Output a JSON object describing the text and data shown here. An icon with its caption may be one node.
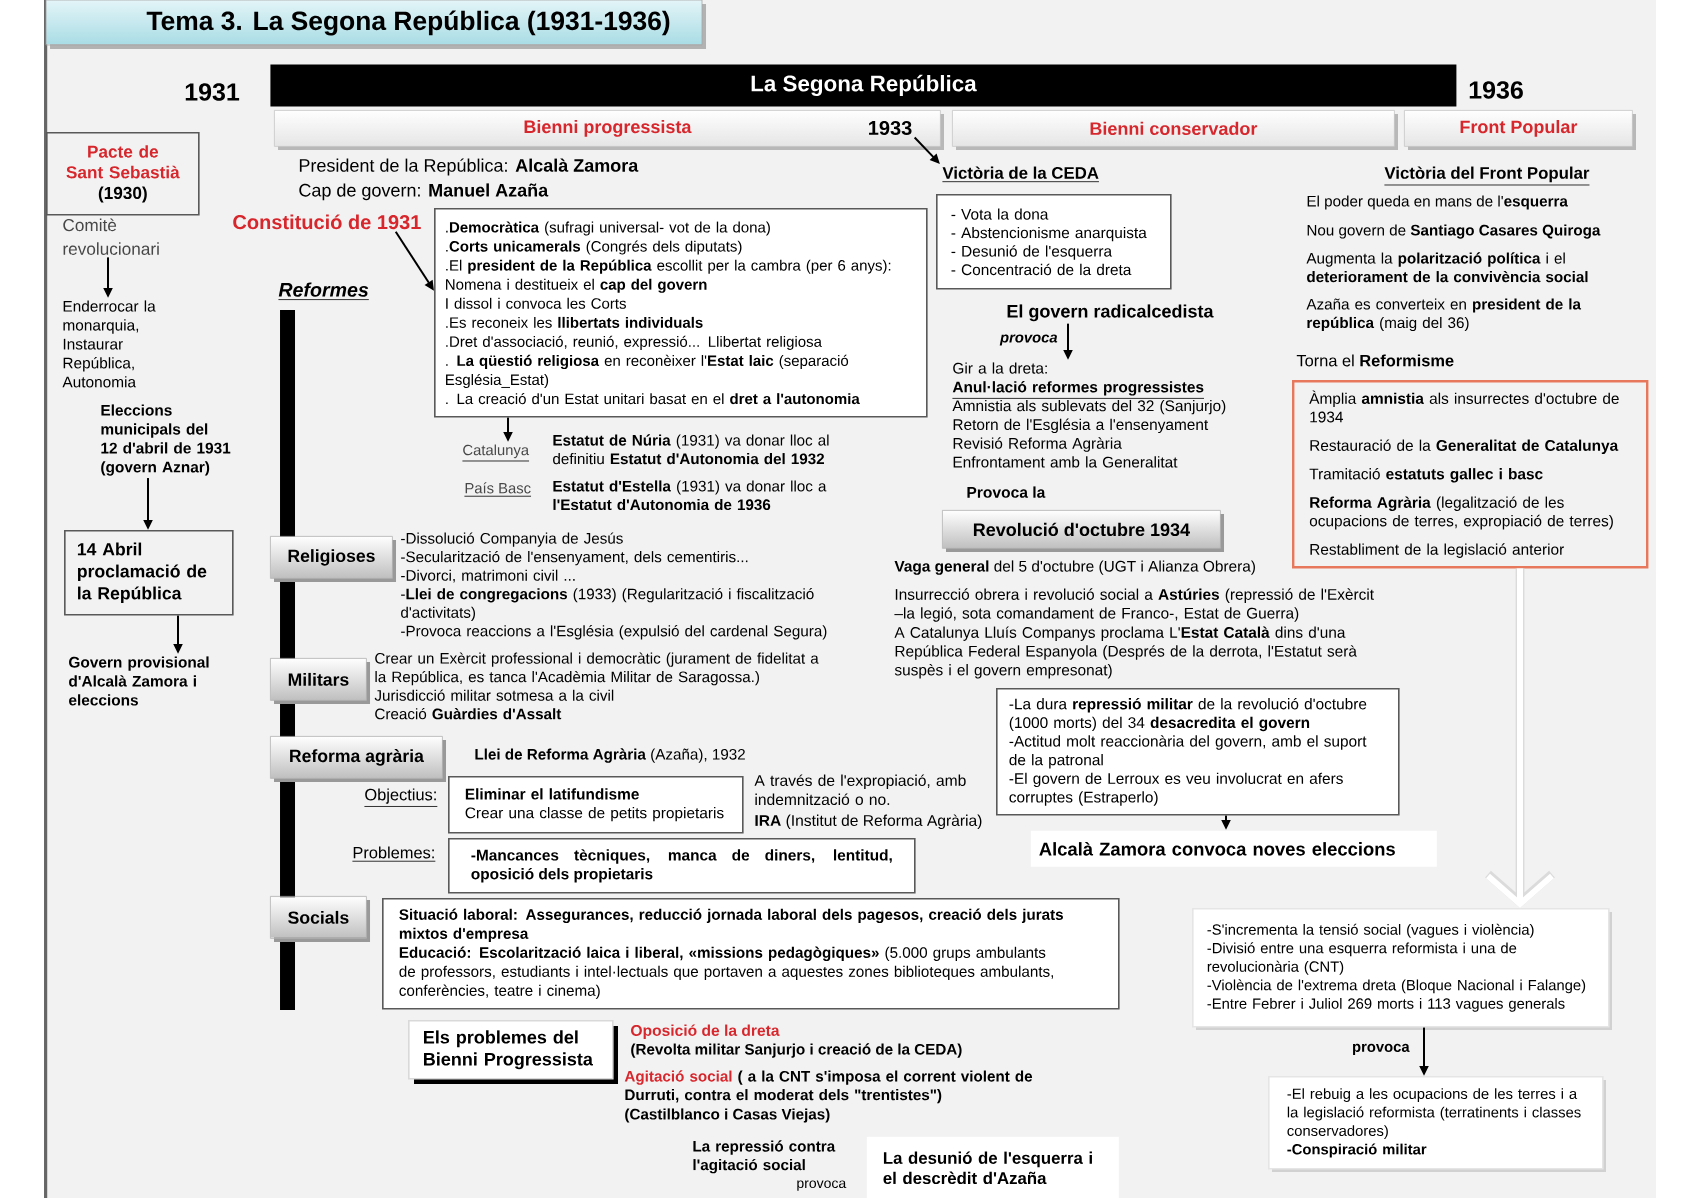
{
  "diagram": {
    "title": "Tema 3. La Segona República (1931-1936)",
    "nodes": [
      {
        "text": [
          "La Segona República"
        ]
      },
      {
        "text": [
          "Bienni progressista"
        ]
      },
      {
        "text": [
          "1933"
        ],
        "in": 1
      },
      {
        "text": [
          "Bienni conservador"
        ]
      },
      {
        "text": [
          "Front Popular"
        ]
      },
      {
        "text": [
          "Pacte de Sant Sebastià",
          "(1930)"
        ]
      },
      {
        "text": [
          "Comitè revolucionari"
        ]
      },
      {
        "text": [
          "Enderrocar la monarquia, Instaurar República, Autonomia"
        ]
      },
      {
        "text": [
          "Eleccions municipals del 12 d'abril de 1931 (govern Aznar)"
        ]
      },
      {
        "text": [
          "14 Abril proclamació de la República"
        ]
      },
      {
        "text": [
          "Govern provisional d'Alcalà Zamora i eleccions"
        ]
      },
      {
        "text": [
          "Constitució de 1931"
        ]
      },
      {
        "text": [
          ".**Democràtica** (sufragi universal- vot de la dona)",
          ".**Corts unicamerals** (Congrés dels diputats)",
          ".El **president de la República** escollit per la cambra (per 6 anys):",
          "Nomena i destitueix el **cap del govern**",
          "I dissol i convoca les Corts",
          ".Es reconeix les **llibertats individuals**",
          ".Dret d'associació, reunió, expressió... Llibertat religiosa",
          ". **La qüestió religiosa** en reconèixer l'**Estat laic** (separació Església_Estat)",
          ". La creació d'un Estat unitari basat en el **dret a l'autonomia**"
        ]
      },
      {
        "text": [
          "Catalunya"
        ],
        "beside": [
          "**Estatut de Núria** (1931) va donar lloc al definitiu **Estatut d'Autonomia del 1932**"
        ]
      },
      {
        "text": [
          "Religioses"
        ],
        "beside": [
          "-Dissolució Companyia de Jesús",
          "-Secularització de l'ensenyament, dels cementiris...",
          "-Divorci, matrimoni civil ...",
          "-**Llei de congregacions** (1933) (Regularització i fiscalització d'activitats)",
          "-Provoca reaccions a l'Església (expulsió del cardenal Segura)"
        ]
      },
      {
        "text": [
          "Militars"
        ],
        "beside": [
          "Crear un Exèrcit professional i democràtic (jurament de fidelitat a la República, es tanca l'Acadèmia Militar de Saragossa.)",
          "Jurisdicció militar sotmesa a la civil",
          "Creació **Guàrdies d'Assalt**"
        ]
      },
      {
        "text": [
          "Reforma agrària"
        ]
      },
      {
        "text": [
          "Eliminar el latifundisme",
          "Crear una classe de petits propietaris"
        ]
      },
      {
        "text": [
          "-Mancances tècniques, manca de diners, lentitud, oposició dels propietaris"
        ]
      },
      {
        "text": [
          "Socials"
        ]
      },
      {
        "text": [
          "Situació laboral: Assegurances, reducció jornada laboral dels pagesos, creació dels jurats mixtos d'empresa",
          "**Educació: Escolarització laica i liberal, «missions pedagògiques»** (5.000 grups ambulants de professors, estudiants i intel·lectuals que portaven a aquestes zones biblioteques ambulants, conferències, teatre i cinema)"
        ]
      },
      {
        "text": [
          "Els problemes del Bienni Progressista"
        ]
      },
      {
        "text": [
          "La desunió de l'esquerra i el descrèdit d'Azaña"
        ]
      },
      {
        "text": [
          "Victòria de la CEDA"
        ]
      },
      {
        "text": [
          "- Vota la dona",
          "- Abstencionisme anarquista",
          "- Desunió de l'esquerra",
          "- Concentració de la dreta"
        ]
      },
      {
        "text": [
          "El govern radicalcedista"
        ]
      },
      {
        "text": [
          "Gir a la dreta:",
          "Anul·lació reformes progressistes",
          "Amnistia als sublevats del 32 (Sanjurjo)",
          "Retorn de l'Església a l'ensenyament",
          "Revisió Reforma Agrària",
          "Enfrontament amb la Generalitat"
        ]
      },
      {
        "text": [
          "Revolució d'octubre 1934"
        ]
      },
      {
        "text": [
          "-La dura **repressió militar** de la revolució d'octubre (1000 morts) del 34 **desacredita el govern**",
          "-Actitud molt reaccionària del govern, amb el suport de la patronal",
          "-El govern de Lerroux es veu involucrat en afers corruptes (Estraperlo)"
        ]
      },
      {
        "text": [
          "Alcalà Zamora convoca noves eleccions"
        ]
      },
      {
        "text": [
          "Torna el **Reformisme**",
          "Àmplia **amnistia** als insurrectes d'octubre de 1934",
          "Restauració de la **Generalitat de Catalunya**",
          "Tramitació **estatuts gallec i basc**",
          "**Reforma Agrària** (legalització de les ocupacions de terres, expropiació de terres)",
          "Restabliment de la legislació anterior"
        ]
      },
      {
        "text": [
          "-S'incrementa la tensió social (vagues i violència)",
          "-Divisió entre una esquerra reformista i una de revolucionària (CNT)",
          "-Violència de l'extrema dreta (Bloque Nacional i Falange)",
          "-Entre Febrer i Juliol 269 morts i 113 vagues generals"
        ]
      },
      {
        "text": [
          "-El rebuig a les ocupacions de les terres i a la legislació reformista (terratinents i classes conservadores)",
          "-Conspiració militar"
        ]
      }
    ],
    "edges": [
      {
        "from": 6,
        "to": 7,
        "arrow": "to"
      },
      {
        "from": 8,
        "to": 9,
        "arrow": "to"
      },
      {
        "from": 9,
        "to": 10,
        "arrow": "to"
      },
      {
        "from": 11,
        "to": 12,
        "arrow": "to"
      },
      {
        "from": 12,
        "to": 13,
        "arrow": "to"
      },
      {
        "from": 2,
        "to": 23,
        "arrow": "to"
      },
      {
        "from": 25,
        "to": 26,
        "arrow": "to",
        "label": "provoca"
      },
      {
        "from": 28,
        "to": 29,
        "arrow": "to"
      },
      {
        "from": 30,
        "to": 31,
        "arrow": "to",
        "style": "thick",
        "color": "#ffffff"
      },
      {
        "from": 31,
        "to": 32,
        "arrow": "to",
        "label": "provoca"
      }
    ],
    "labels": [
      "1931",
      "1936",
      "President de la República: **Alcalà Zamora**",
      "Cap de govern: **Manuel Azaña**",
      "Victòria del Front Popular",
      "El poder queda en mans de l'**esquerra**",
      "Nou govern de **Santiago Casares Quiroga**",
      "Augmenta la **polarització política** i el **deteriorament de la convivència social**",
      "Azaña es converteix en **president de la república** (maig del 36)",
      "Reformes",
      "País Basc",
      "**Estatut d'Estella** (1931) va donar lloc a **l'Estatut d'Autonomia de 1936**",
      "Provoca la",
      "**Vaga general** del 5 d'octubre (UGT i Alianza Obrera)",
      "Insurrecció obrera i revolució social a **Astúries** (repressió de l'Exèrcit –la legió, sota comandament de Franco-, Estat de Guerra)",
      "A Catalunya Lluís Companys proclama L'**Estat Català** dins d'una República Federal Espanyola (Després de la derrota, l'Estatut serà suspès i el govern empresonat)",
      "**Llei de Reforma Agrària** (Azaña), 1932",
      "Objectius:",
      "A través de l'expropiació, amb indemnització o no.",
      "**IRA** (Institut de Reforma Agrària)",
      "Problemes:",
      "Oposició de la dreta",
      "(Revolta militar Sanjurjo i creació de la CEDA)",
      "Agitació social",
      "( a la CNT s'imposa el corrent violent de Durruti, contra el moderat dels \"trentistes\")",
      "(Castilblanco i Casas Viejas)",
      "La repressió contra l'agitació social",
      "provoca"
    ]
  }
}
